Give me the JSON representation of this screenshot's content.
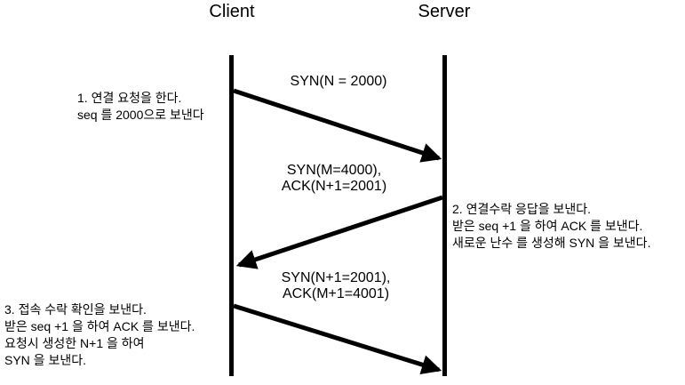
{
  "diagram": {
    "type": "sequence-diagram",
    "participants": {
      "client": "Client",
      "server": "Server"
    },
    "messages": [
      {
        "from": "client",
        "to": "server",
        "label": "SYN(N = 2000)"
      },
      {
        "from": "server",
        "to": "client",
        "label": "SYN(M=4000),\nACK(N+1=2001)"
      },
      {
        "from": "client",
        "to": "server",
        "label": "SYN(N+1=2001),\nACK(M+1=4001)"
      }
    ],
    "annotations": [
      {
        "side": "left",
        "text": "1. 연결 요청을 한다.\nseq 를 2000으로 보낸다"
      },
      {
        "side": "right",
        "text": "2. 연결수락 응답을 보낸다.\n받은 seq +1 을 하여 ACK 를 보낸다.\n새로운 난수 를 생성해 SYN 을 보낸다."
      },
      {
        "side": "left",
        "text": "3. 접속 수락 확인을 보낸다.\n받은 seq +1 을 하여 ACK 를 보낸다.\n요청시 생성한 N+1 을 하여\nSYN 을 보낸다."
      }
    ],
    "colors": {
      "line": "#000000",
      "text": "#000000",
      "background": "#ffffff"
    }
  }
}
